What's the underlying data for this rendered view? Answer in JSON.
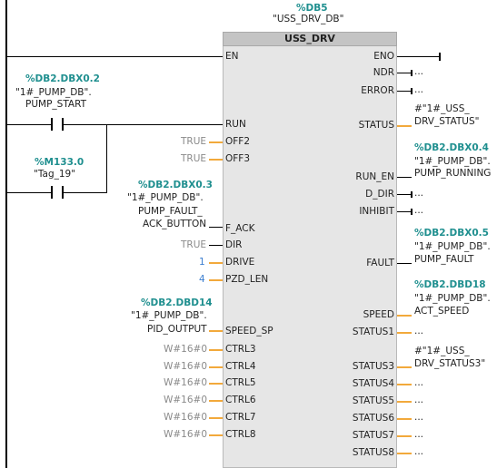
{
  "instance": {
    "db": "%DB5",
    "name": "\"USS_DRV_DB\""
  },
  "block": {
    "title": "USS_DRV"
  },
  "contacts": {
    "pump_start": {
      "address": "%DB2.DBX0.2",
      "line1": "\"1#_PUMP_DB\".",
      "line2": "PUMP_START"
    },
    "tag19": {
      "address": "%M133.0",
      "line1": "\"Tag_19\""
    }
  },
  "inputs": {
    "en": "EN",
    "run": "RUN",
    "off2": {
      "pin": "OFF2",
      "value": "TRUE"
    },
    "off3": {
      "pin": "OFF3",
      "value": "TRUE"
    },
    "f_ack": {
      "pin": "F_ACK",
      "address": "%DB2.DBX0.3",
      "line1": "\"1#_PUMP_DB\".",
      "line2": "PUMP_FAULT_",
      "line3": "ACK_BUTTON"
    },
    "dir": {
      "pin": "DIR",
      "value": "TRUE"
    },
    "drive": {
      "pin": "DRIVE",
      "value": "1"
    },
    "pzd_len": {
      "pin": "PZD_LEN",
      "value": "4"
    },
    "speed_sp": {
      "pin": "SPEED_SP",
      "address": "%DB2.DBD14",
      "line1": "\"1#_PUMP_DB\".",
      "line2": "PID_OUTPUT"
    },
    "ctrl3": {
      "pin": "CTRL3",
      "value": "W#16#0"
    },
    "ctrl4": {
      "pin": "CTRL4",
      "value": "W#16#0"
    },
    "ctrl5": {
      "pin": "CTRL5",
      "value": "W#16#0"
    },
    "ctrl6": {
      "pin": "CTRL6",
      "value": "W#16#0"
    },
    "ctrl7": {
      "pin": "CTRL7",
      "value": "W#16#0"
    },
    "ctrl8": {
      "pin": "CTRL8",
      "value": "W#16#0"
    }
  },
  "outputs": {
    "eno": "ENO",
    "ndr": {
      "pin": "NDR",
      "value": "..."
    },
    "error": {
      "pin": "ERROR",
      "value": "..."
    },
    "status": {
      "pin": "STATUS",
      "line1": "#\"1#_USS_",
      "line2": "DRV_STATUS\""
    },
    "run_en": {
      "pin": "RUN_EN",
      "address": "%DB2.DBX0.4",
      "line1": "\"1#_PUMP_DB\".",
      "line2": "PUMP_RUNNING"
    },
    "d_dir": {
      "pin": "D_DIR",
      "value": "..."
    },
    "inhibit": {
      "pin": "INHIBIT",
      "value": "..."
    },
    "fault": {
      "pin": "FAULT",
      "address": "%DB2.DBX0.5",
      "line1": "\"1#_PUMP_DB\".",
      "line2": "PUMP_FAULT"
    },
    "speed": {
      "pin": "SPEED",
      "address": "%DB2.DBD18",
      "line1": "\"1#_PUMP_DB\".",
      "line2": "ACT_SPEED"
    },
    "status1": {
      "pin": "STATUS1",
      "value": "..."
    },
    "status3": {
      "pin": "STATUS3",
      "line1": "#\"1#_USS_",
      "line2": "DRV_STATUS3\""
    },
    "status4": {
      "pin": "STATUS4",
      "value": "..."
    },
    "status5": {
      "pin": "STATUS5",
      "value": "..."
    },
    "status6": {
      "pin": "STATUS6",
      "value": "..."
    },
    "status7": {
      "pin": "STATUS7",
      "value": "..."
    },
    "status8": {
      "pin": "STATUS8",
      "value": "..."
    }
  },
  "colors": {
    "address": "#1f8f8f",
    "constant": "#8a8a8a",
    "number": "#3d7fd0",
    "wire": "#f2a93b",
    "block": "#e6e6e6"
  }
}
